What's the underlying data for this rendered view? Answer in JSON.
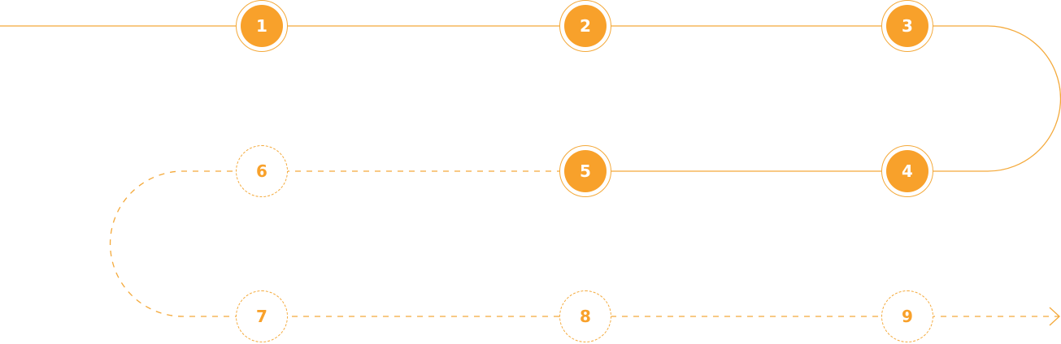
{
  "diagram": {
    "title": "",
    "accent_color": "#f8a12b",
    "line_color": "#f4a93a",
    "steps": [
      {
        "label": "1",
        "status": "completed"
      },
      {
        "label": "2",
        "status": "completed"
      },
      {
        "label": "3",
        "status": "completed"
      },
      {
        "label": "4",
        "status": "completed"
      },
      {
        "label": "5",
        "status": "completed"
      },
      {
        "label": "6",
        "status": "upcoming"
      },
      {
        "label": "7",
        "status": "upcoming"
      },
      {
        "label": "8",
        "status": "upcoming"
      },
      {
        "label": "9",
        "status": "upcoming"
      }
    ],
    "end_marker_icon": "arrow-right-icon"
  }
}
